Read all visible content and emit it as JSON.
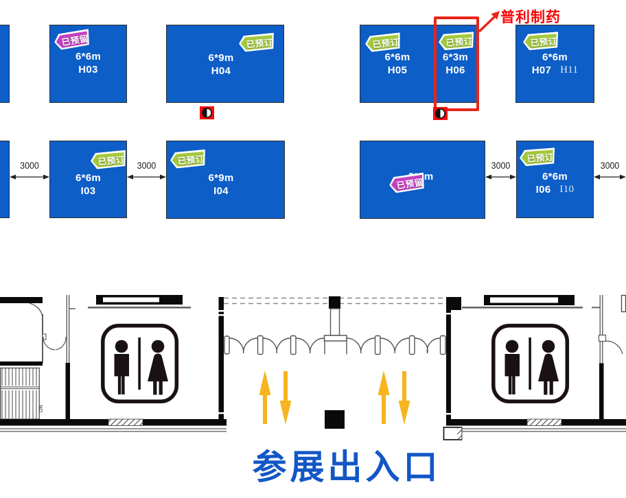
{
  "badges": {
    "reserved": "已预订",
    "held": "已预留"
  },
  "booths": {
    "row1": [
      {
        "size": "6*6m",
        "code": "H03",
        "status": "已预留"
      },
      {
        "size": "6*9m",
        "code": "H04",
        "status": "已预订"
      },
      {
        "size": "6*6m",
        "code": "H05",
        "status": "已预订"
      },
      {
        "size": "6*3m",
        "code": "H06",
        "status": "已预订",
        "highlighted": true
      },
      {
        "size": "6*6m",
        "code": "H07",
        "code2": "H11",
        "status": "已预订"
      }
    ],
    "row2": [
      {
        "size": "6*6m",
        "code": "I03",
        "status": "已预订"
      },
      {
        "size": "6*9m",
        "code": "I04",
        "status": "已预订"
      },
      {
        "size": "6*9m",
        "code": "",
        "status": "已预留"
      },
      {
        "size": "6*6m",
        "code": "I06",
        "code2": "I10",
        "status": "已预订"
      }
    ]
  },
  "dimensions": {
    "d1": "3000",
    "d2": "3000",
    "d3": "3000",
    "d4": "3000"
  },
  "annotation": {
    "company": "普利制药"
  },
  "entrance": {
    "label": "参展出入口"
  },
  "stairs": {
    "label": "DN"
  },
  "colors": {
    "booth_blue": "#0D5EC6",
    "badge_reserved_green": "#A3C83D",
    "badge_held_magenta": "#C43FC0",
    "highlight_red": "#E92519",
    "note_red": "#F90505",
    "arrow_yellow": "#F6B41F",
    "entrance_text_blue": "#1357C5"
  }
}
